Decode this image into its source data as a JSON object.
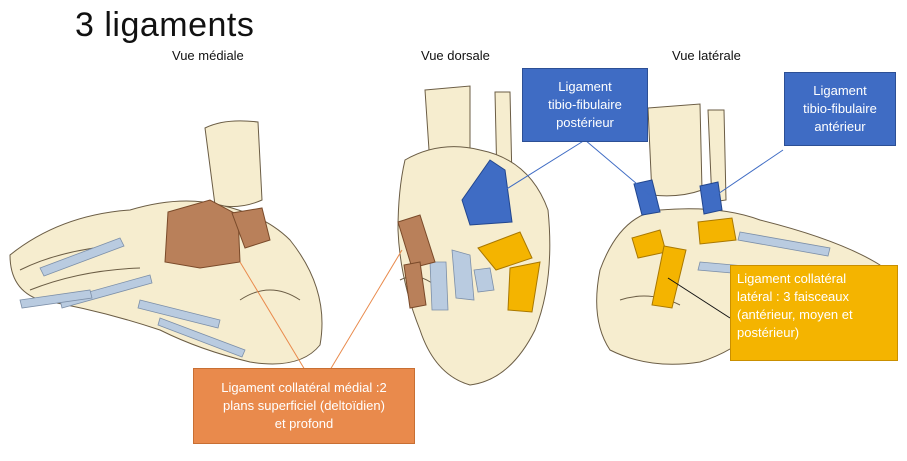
{
  "title": "3 ligaments",
  "views": {
    "medial": "Vue médiale",
    "dorsal": "Vue dorsale",
    "lateral": "Vue latérale"
  },
  "labels": {
    "posterior_tibiofibular": "Ligament\ntibio-fibulaire\npostérieur",
    "anterior_tibiofibular": "Ligament\ntibio-fibulaire\nantérieur",
    "lateral_collateral": "Ligament collatéral\nlatéral : 3 faisceaux\n(antérieur, moyen et\npostérieur)",
    "medial_collateral": "Ligament collatéral médial :2\nplans superficiel (deltoïdien)\net profond"
  },
  "colors": {
    "blue": "#3f6cc4",
    "orange": "#e98a4c",
    "yellow": "#f4b400",
    "bone": "#f6edcf",
    "bone_outline": "#6b5d45",
    "tendon": "#b9cbe0"
  }
}
